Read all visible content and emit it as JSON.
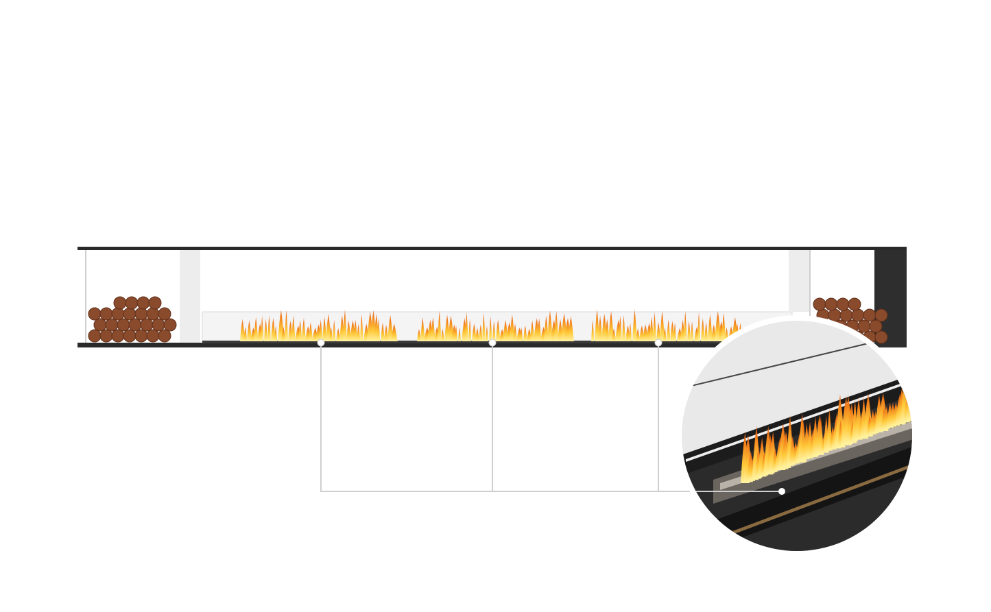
{
  "product": {
    "burner_count": 3,
    "log_stores": [
      "left",
      "right"
    ]
  },
  "colors": {
    "background": "#ffffff",
    "frame": "#2a2a2a",
    "flame_outer": "#f28a1c",
    "flame_inner": "#ffd24a",
    "logs": "#8a4a2c",
    "connector": "#cfcfcf"
  },
  "icons": {
    "hotspot": "circle-dot-icon"
  }
}
